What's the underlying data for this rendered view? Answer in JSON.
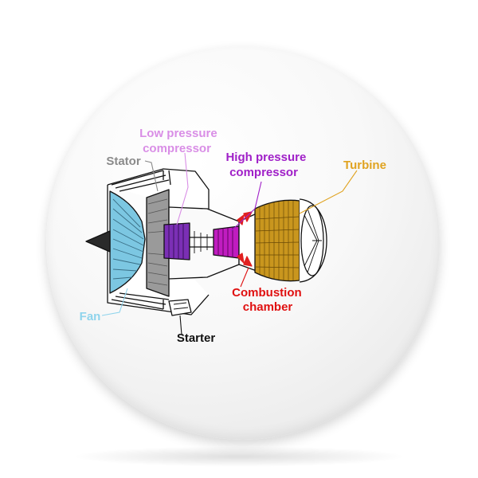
{
  "labels": {
    "low_pressure_compressor": [
      "Low pressure",
      "compressor"
    ],
    "high_pressure_compressor": [
      "High pressure",
      "compressor"
    ],
    "stator": "Stator",
    "turbine": "Turbine",
    "combustion_chamber": [
      "Combustion",
      "chamber"
    ],
    "fan": "Fan",
    "starter": "Starter"
  },
  "colors": {
    "low_pressure_compressor": "#d98ee6",
    "high_pressure_compressor": "#a020c8",
    "stator": "#8a8a8a",
    "turbine": "#e0a321",
    "combustion_chamber": "#e01010",
    "fan": "#8fd4ec",
    "starter": "#111111",
    "fan_fill": "#7cc7e2",
    "lpc_fill": "#7b2fb5",
    "hpc_fill": "#c01cc0",
    "turbine_fill": "#c9961e",
    "flame": "#e02020"
  },
  "icons": {
    "engine": "turbofan-engine-cutaway"
  }
}
